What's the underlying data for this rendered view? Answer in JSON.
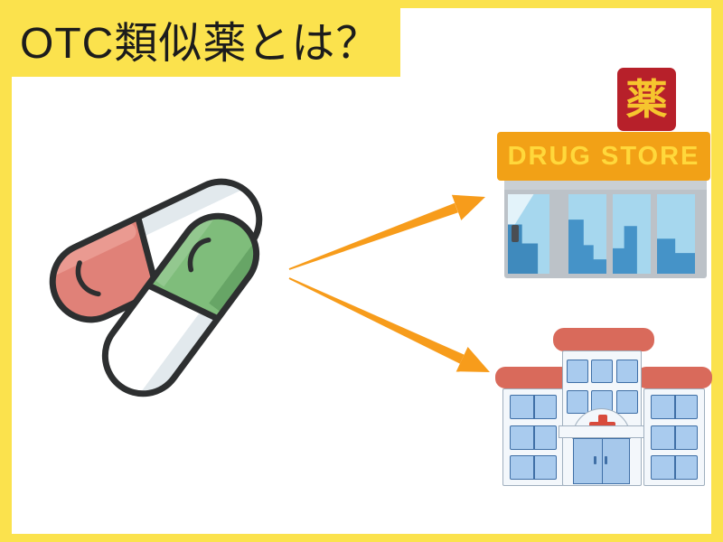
{
  "title": {
    "text": "OTC類似薬とは？"
  },
  "drugstore": {
    "sign_text": "薬",
    "banner_text": "DRUG STORE"
  },
  "icons": {
    "capsules": "capsules-illustration",
    "arrow_up": "arrow-to-drugstore",
    "arrow_down": "arrow-to-hospital",
    "drugstore": "drugstore-illustration",
    "hospital": "hospital-illustration",
    "red_cross": "red-cross-icon"
  },
  "colors": {
    "frame_yellow": "#FBE24D",
    "title_text": "#1C1C1C",
    "arrow_orange": "#F79C1B",
    "sign_red": "#B7202A",
    "sign_text_yellow": "#F6C52E",
    "awning_orange": "#F2A116",
    "awning_text_yellow": "#FFD83B",
    "hospital_roof_red": "#D96A5B",
    "cross_red": "#D84B3C",
    "pill_red": "#E08178",
    "pill_red_light": "#EA9A91",
    "pill_green": "#7FBD7B",
    "pill_green_dark": "#67A566",
    "pill_green_light": "#93C88F",
    "pill_shade_gray": "#E2E9ED",
    "pill_outline": "#2D2F30"
  }
}
